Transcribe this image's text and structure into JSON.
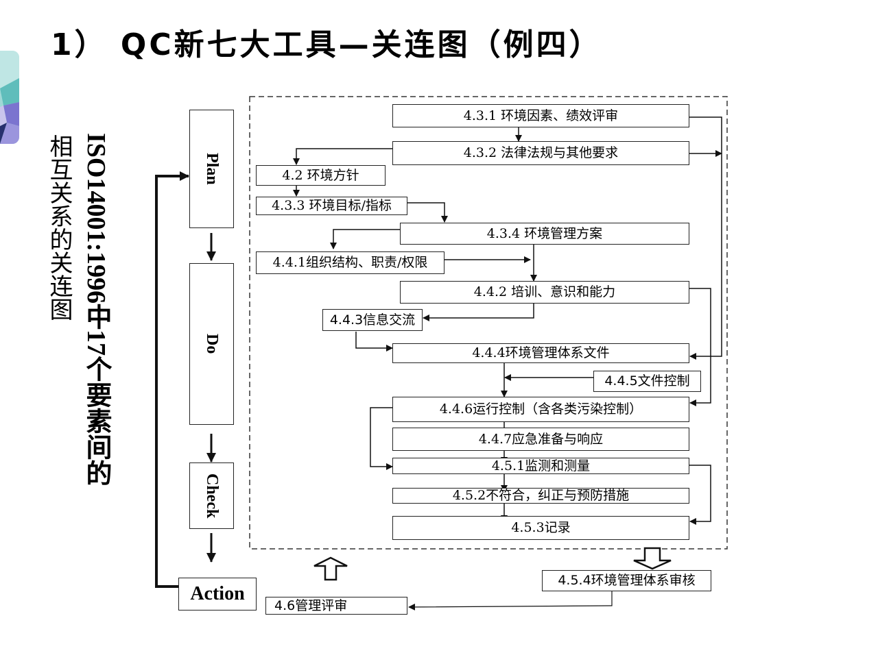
{
  "slide": {
    "title": "1） QC新七大工具—关连图（例四）",
    "vertical_title_line1": "ISO14001:1996中17个要素间的",
    "vertical_title_line2": "相互关系的关连图"
  },
  "pdca": {
    "plan": "Plan",
    "do": "Do",
    "check": "Check",
    "action": "Action"
  },
  "elements": {
    "e431": "4.3.1 环境因素、绩效评审",
    "e432": "4.3.2 法律法规与其他要求",
    "e42": "4.2 环境方针",
    "e433": "4.3.3 环境目标/指标",
    "e434": "4.3.4 环境管理方案",
    "e441": "4.4.1组织结构、职责/权限",
    "e442": "4.4.2 培训、意识和能力",
    "e443": "4.4.3信息交流",
    "e444": "4.4.4环境管理体系文件",
    "e445": "4.4.5文件控制",
    "e446": "4.4.6运行控制（含各类污染控制）",
    "e447": "4.4.7应急准备与响应",
    "e451": "4.5.1监测和测量",
    "e452": "4.5.2不符合，纠正与预防措施",
    "e453": "4.5.3记录",
    "e454": "4.5.4环境管理体系审核",
    "e46": "4.6管理评审"
  },
  "colors": {
    "line": "#111111",
    "deco_teal": "#7fcfcf",
    "deco_purple": "#8f86d6",
    "deco_navy": "#27306e"
  }
}
